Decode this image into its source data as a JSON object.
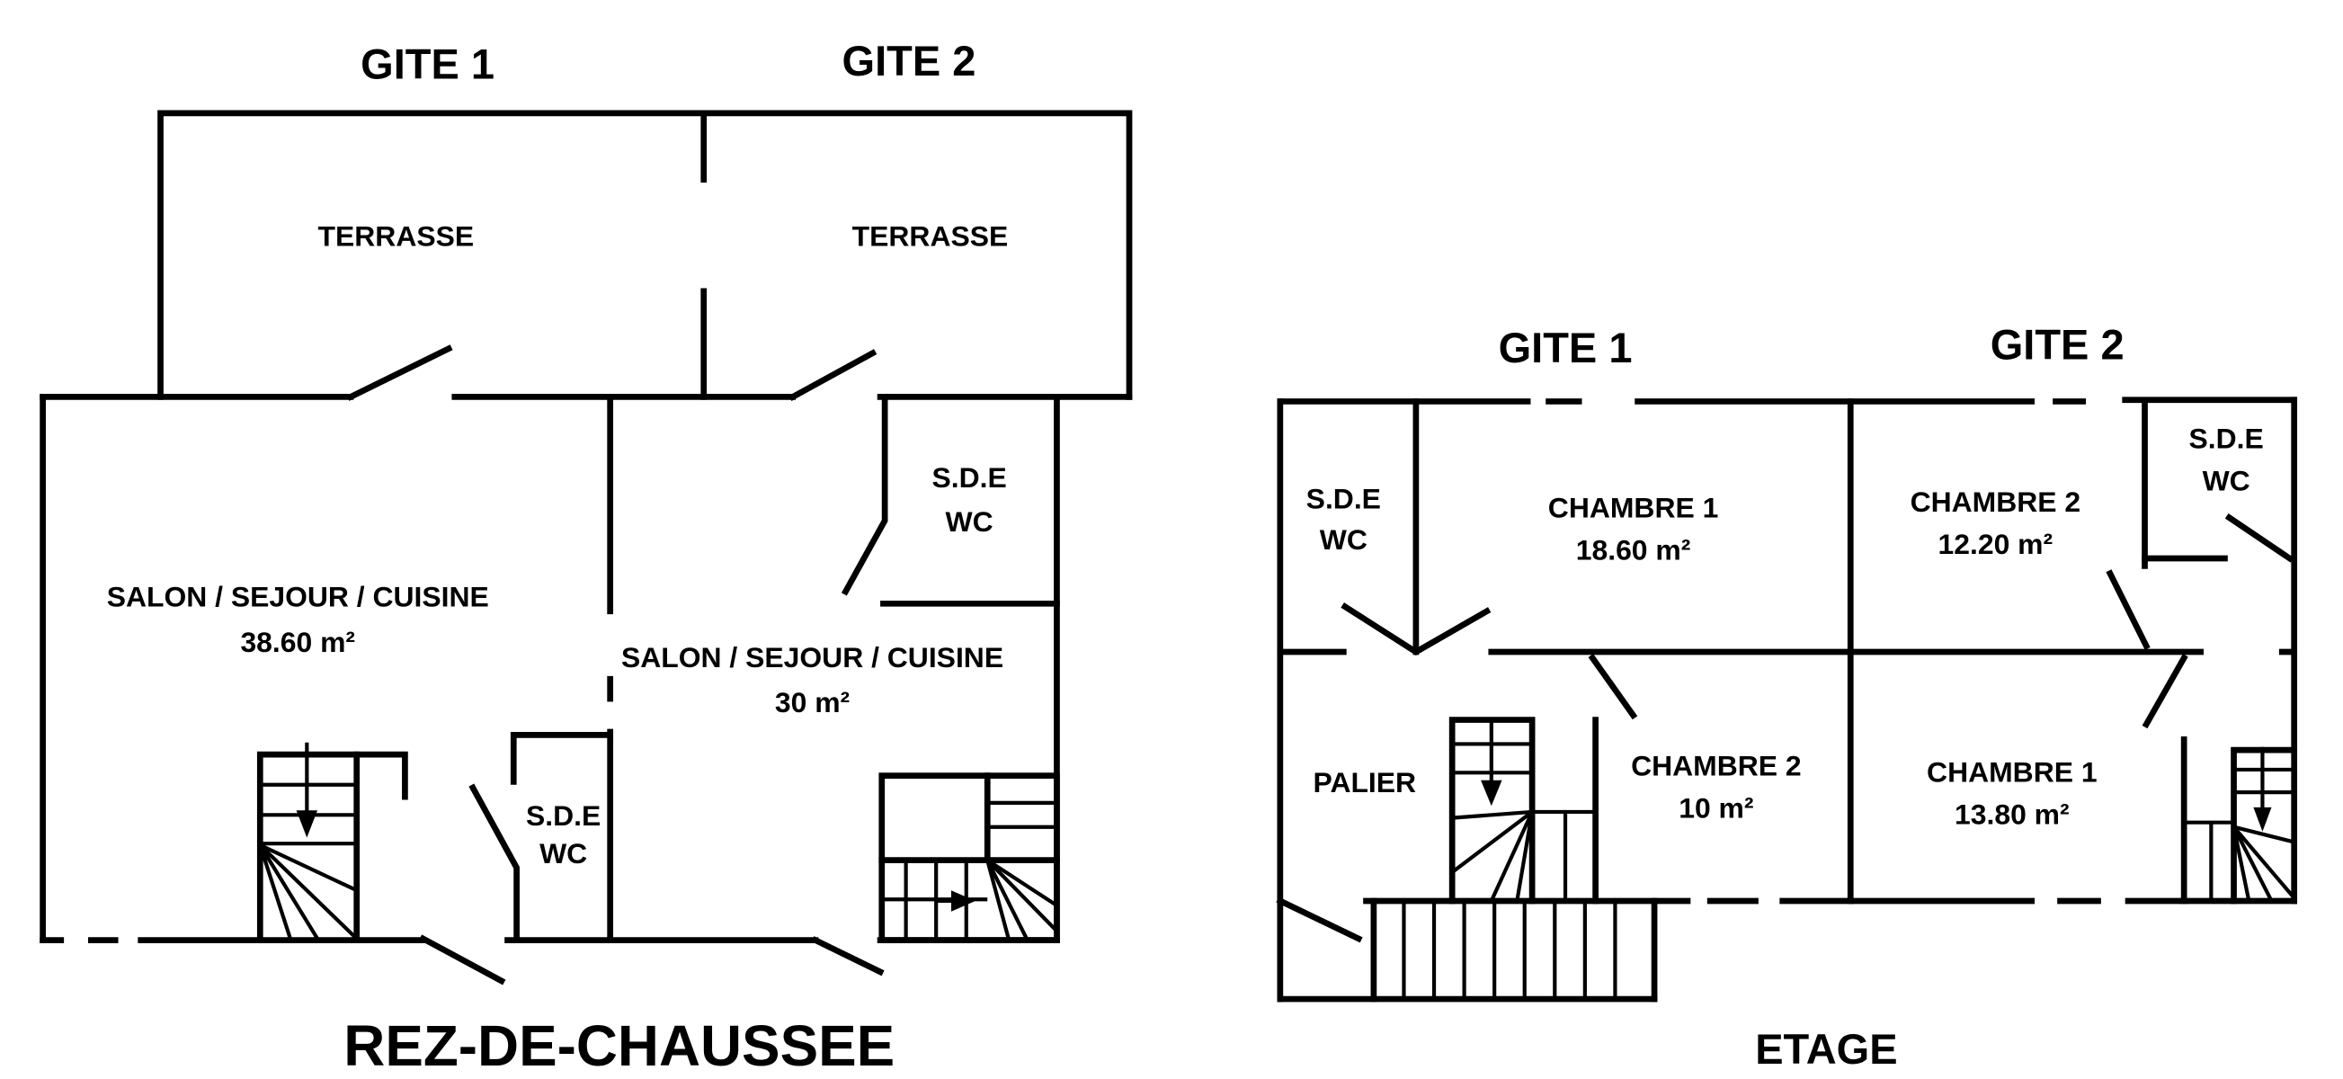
{
  "ground_floor": {
    "title": "REZ-DE-CHAUSSEE",
    "gite1_label": "GITE 1",
    "gite2_label": "GITE 2",
    "gite1_terrace": "TERRASSE",
    "gite2_terrace": "TERRASSE",
    "gite1_living": {
      "name": "SALON / SEJOUR / CUISINE",
      "area": "38.60 m²"
    },
    "gite2_living": {
      "name": "SALON / SEJOUR / CUISINE",
      "area": "30 m²"
    },
    "gite1_bathroom": {
      "line1": "S.D.E",
      "line2": "WC"
    },
    "gite2_bathroom": {
      "line1": "S.D.E",
      "line2": "WC"
    }
  },
  "upper_floor": {
    "title": "ETAGE",
    "gite1_label": "GITE 1",
    "gite2_label": "GITE 2",
    "gite1_bathroom": {
      "line1": "S.D.E",
      "line2": "WC"
    },
    "gite2_bathroom": {
      "line1": "S.D.E",
      "line2": "WC"
    },
    "gite1_bedroom1": {
      "name": "CHAMBRE 1",
      "area": "18.60 m²"
    },
    "gite1_bedroom2": {
      "name": "CHAMBRE 2",
      "area": "10 m²"
    },
    "gite2_bedroom1": {
      "name": "CHAMBRE 1",
      "area": "13.80 m²"
    },
    "gite2_bedroom2": {
      "name": "CHAMBRE 2",
      "area": "12.20 m²"
    },
    "landing": "PALIER"
  }
}
